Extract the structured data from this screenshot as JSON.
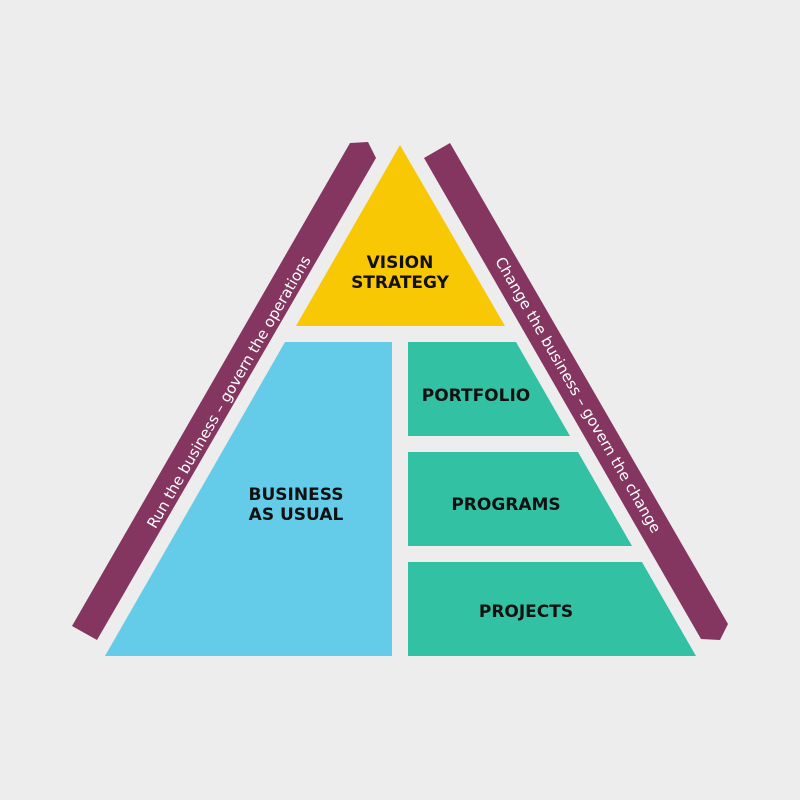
{
  "colors": {
    "background": "#ededed",
    "vision": "#f8c804",
    "bau": "#64cbe8",
    "change": "#33c1a3",
    "band": "#843661"
  },
  "vision": {
    "line1": "VISION",
    "line2": "STRATEGY"
  },
  "bau": {
    "line1": "BUSINESS",
    "line2": "AS USUAL"
  },
  "portfolio": "PORTFOLIO",
  "programs": "PROGRAMS",
  "projects": "PROJECTS",
  "left_band": "Run the business – govern the operations",
  "right_band": "Change the business – govern the change"
}
